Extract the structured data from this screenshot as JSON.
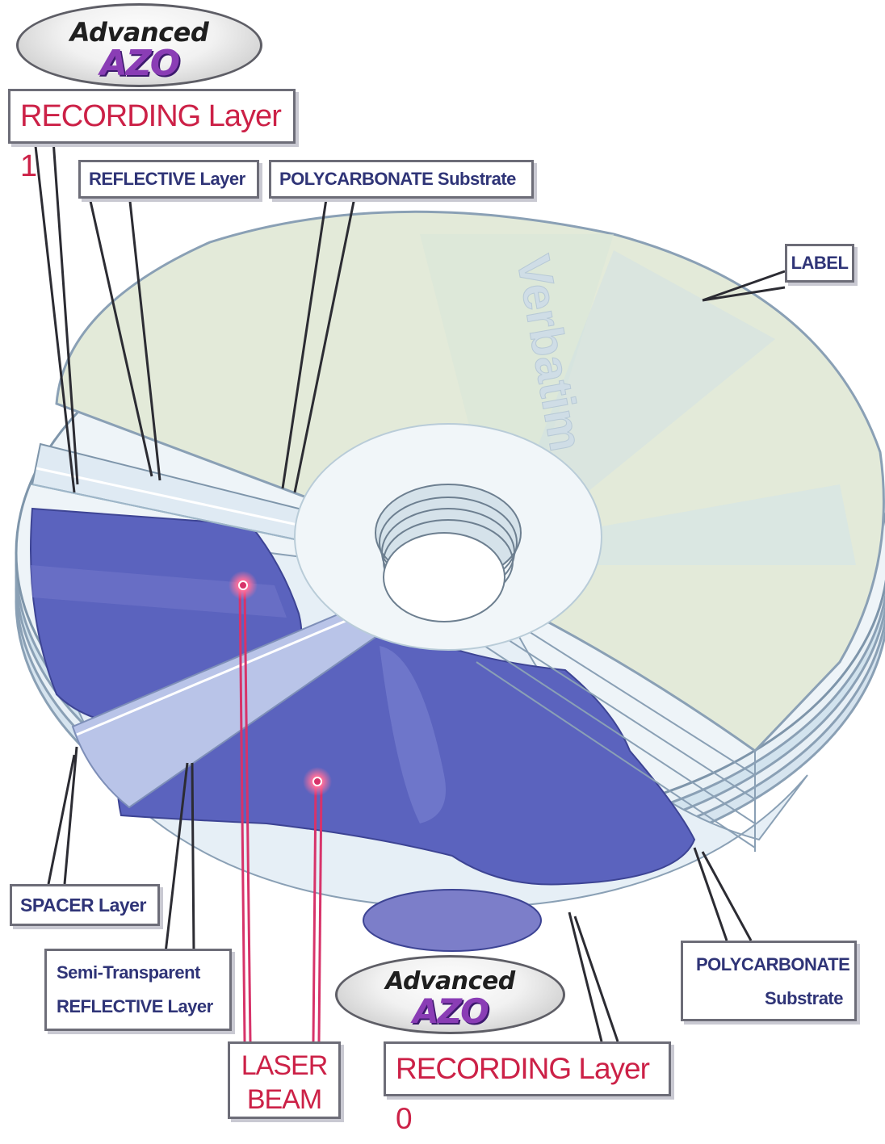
{
  "badges": {
    "top": {
      "advanced": "Advanced",
      "azo": "AZO"
    },
    "bottom": {
      "advanced": "Advanced",
      "azo": "AZO"
    }
  },
  "labels": {
    "recording_layer_1": "RECORDING Layer 1",
    "reflective_layer": "REFLECTIVE Layer",
    "polycarbonate_top": "POLYCARBONATE Substrate",
    "label": "LABEL",
    "spacer_layer": "SPACER Layer",
    "semi_transparent_line1": "Semi-Transparent",
    "semi_transparent_line2": "REFLECTIVE Layer",
    "laser_line1": "LASER",
    "laser_line2": "BEAM",
    "recording_layer_0": "RECORDING Layer 0",
    "polycarbonate_bottom_line1": "POLYCARBONATE",
    "polycarbonate_bottom_line2": "Substrate"
  },
  "disc": {
    "brand_watermark": "Verbatim"
  },
  "colors": {
    "dye_blue": "#5b63be",
    "label_surface": "#e3ead9",
    "disc_edge": "#c8dcea",
    "laser": "#d7336a",
    "label_text": "#2f3477",
    "accent_text": "#cc2147"
  }
}
